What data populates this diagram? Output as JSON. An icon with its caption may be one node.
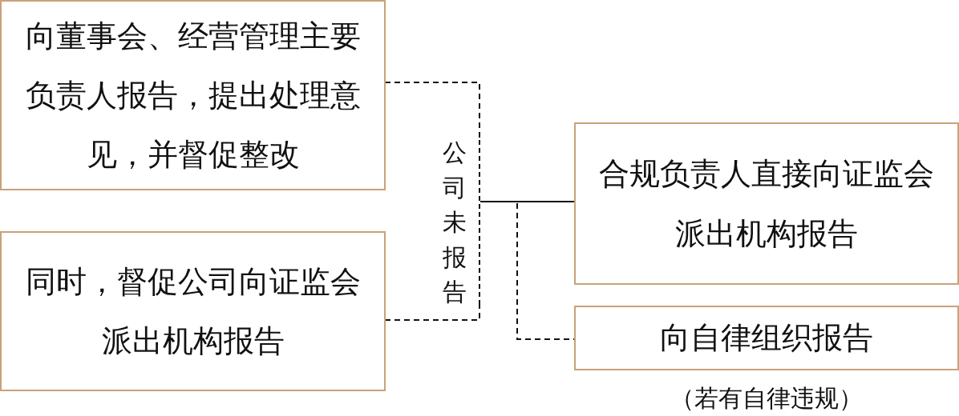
{
  "diagram": {
    "nodes": [
      {
        "text": [
          "向董事会、经营管理主要负责人报告，提出处理意见，并督促整改"
        ]
      },
      {
        "text": [
          "同时，督促公司向证监会派出机构报告"
        ]
      },
      {
        "text": [
          "公司未报告"
        ]
      },
      {
        "text": [
          "合规负责人直接向证监会派出机构报告"
        ]
      },
      {
        "text": [
          "向自律组织报告"
        ],
        "beside": [
          "（若有自律违规）"
        ]
      }
    ],
    "edges": [
      {
        "from": 0,
        "to": 2,
        "arrow": "none",
        "style": "dashed"
      },
      {
        "from": 1,
        "to": 2,
        "arrow": "none",
        "style": "dashed"
      },
      {
        "from": 2,
        "to": 3,
        "arrow": "none"
      },
      {
        "from": 2,
        "to": 4,
        "arrow": "none",
        "style": "dashed"
      }
    ]
  }
}
